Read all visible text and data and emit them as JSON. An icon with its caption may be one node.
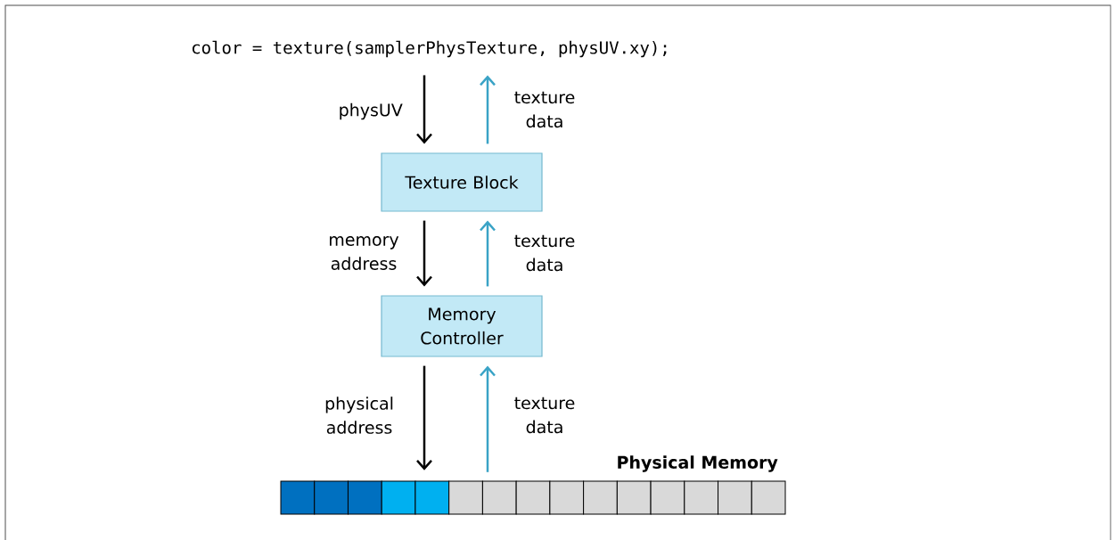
{
  "diagram": {
    "nodes": [
      {
        "text": [
          "color = texture(samplerPhysTexture, physUV.xy);"
        ]
      },
      {
        "text": [
          "Texture Block"
        ]
      },
      {
        "text": [
          "Memory Controller"
        ]
      },
      {
        "text": [
          "Physical Memory"
        ]
      }
    ],
    "edges": [
      {
        "from": 0,
        "to": 1,
        "arrow": "to",
        "label": "physUV"
      },
      {
        "from": 1,
        "to": 0,
        "arrow": "to",
        "label": "texture data",
        "color": "#3aa3c6"
      },
      {
        "from": 1,
        "to": 2,
        "arrow": "to",
        "label": "memory address"
      },
      {
        "from": 2,
        "to": 1,
        "arrow": "to",
        "label": "texture data",
        "color": "#3aa3c6"
      },
      {
        "from": 2,
        "to": 3,
        "arrow": "to",
        "label": "physical address"
      },
      {
        "from": 3,
        "to": 2,
        "arrow": "to",
        "label": "texture data",
        "color": "#3aa3c6"
      }
    ]
  }
}
